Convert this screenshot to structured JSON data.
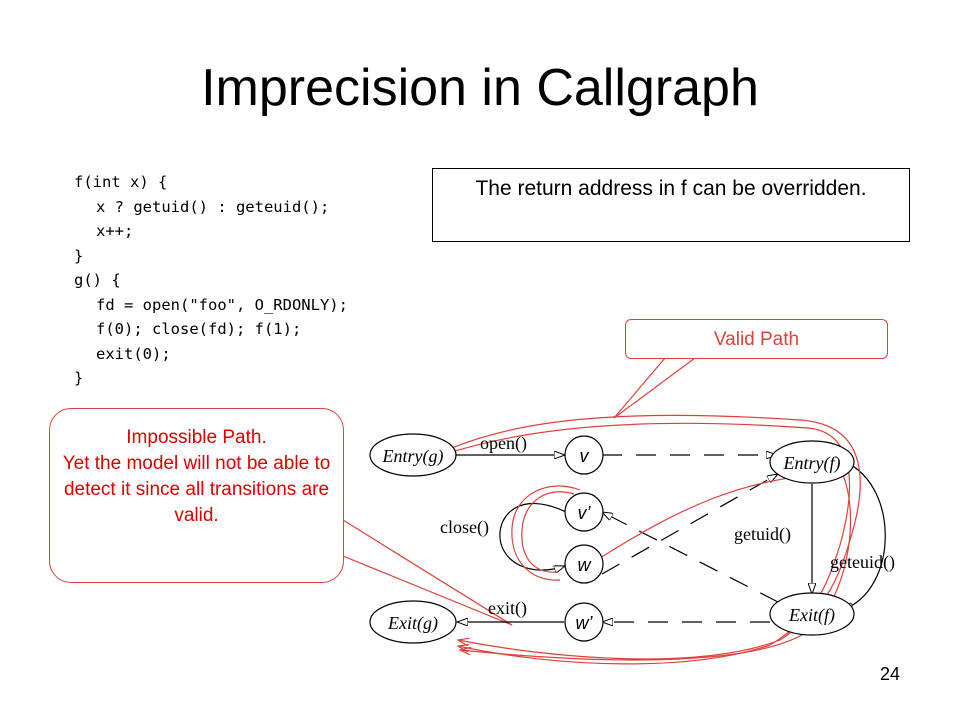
{
  "title": "Imprecision in Callgraph",
  "code": {
    "lines": [
      "f(int x) {",
      "x ? getuid() : geteuid();",
      "x++;",
      "}",
      "g() {",
      "fd = open(\"foo\", O_RDONLY);",
      "f(0); close(fd); f(1);",
      "exit(0);",
      "}"
    ]
  },
  "callouts": {
    "return_address": "The return address in f can be overridden.",
    "valid_path": "Valid Path",
    "impossible_path": [
      "Impossible Path.",
      "Yet the model will not be able to detect it since all transitions are valid."
    ]
  },
  "diagram": {
    "nodes": {
      "entry_g": "Entry(g)",
      "exit_g": "Exit(g)",
      "entry_f": "Entry(f)",
      "exit_f": "Exit(f)",
      "v": "v",
      "v_prime": "v’",
      "w": "w",
      "w_prime": "w’"
    },
    "edges": {
      "open": "open()",
      "close": "close()",
      "exit": "exit()",
      "getuid": "getuid()",
      "geteuid": "geteuid()"
    }
  },
  "page_number": "24",
  "colors": {
    "annotation": "#e0403a",
    "line": "#000000"
  }
}
